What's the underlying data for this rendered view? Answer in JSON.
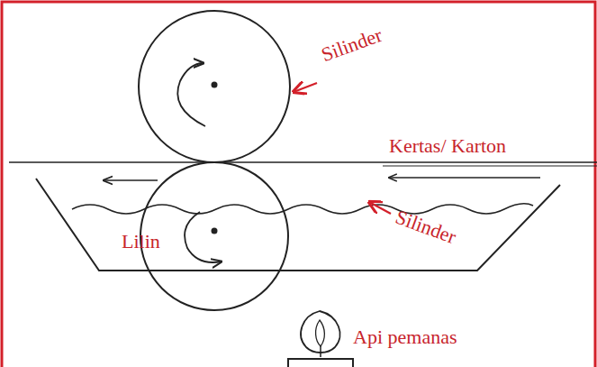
{
  "diagram": {
    "labels": [
      "Silinder",
      "Kertas/ Karton",
      "Silinder",
      "Lilin",
      "Api pemanas"
    ]
  }
}
